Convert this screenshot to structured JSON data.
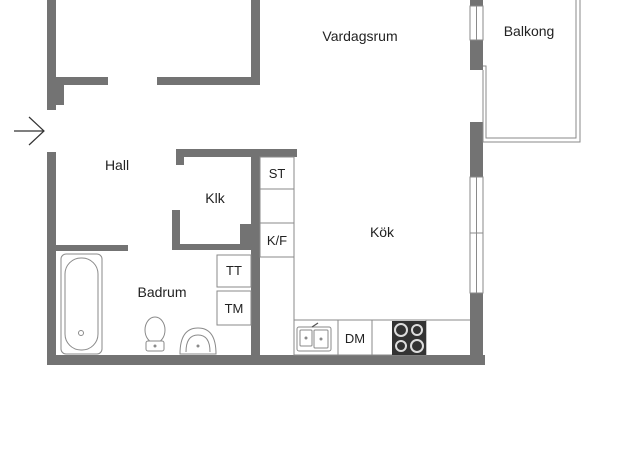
{
  "rooms": {
    "living_room": "Vardagsrum",
    "balcony": "Balkong",
    "hall": "Hall",
    "closet": "Klk",
    "kitchen": "Kök",
    "bathroom": "Badrum"
  },
  "fixtures": {
    "stove_unit": "ST",
    "fridge_freezer": "K/F",
    "dishwasher": "DM",
    "dryer": "TT",
    "washer": "TM"
  },
  "colors": {
    "wall": "#737373",
    "line": "#8a8a8a",
    "background": "#ffffff"
  }
}
